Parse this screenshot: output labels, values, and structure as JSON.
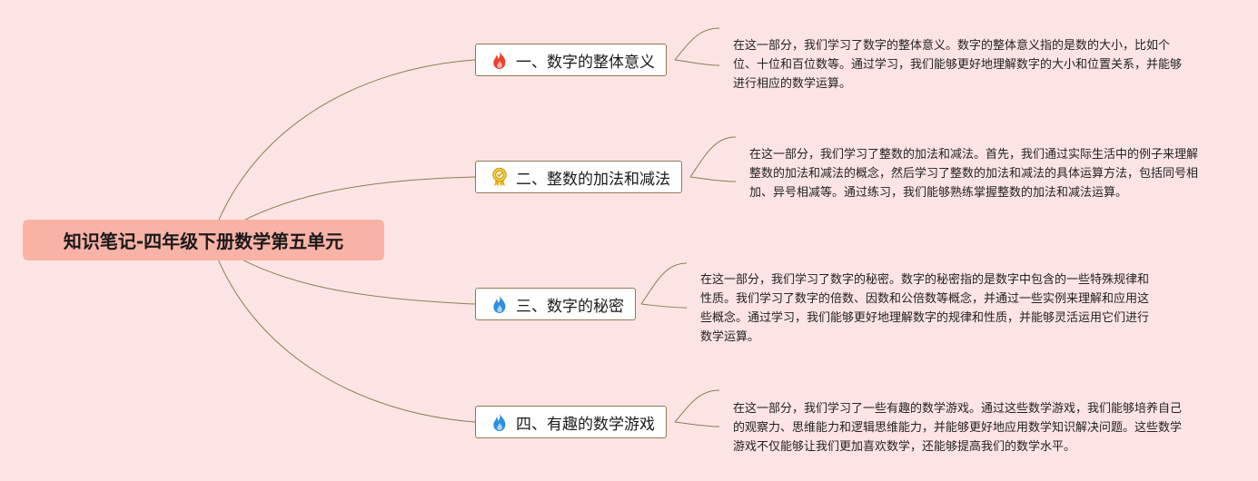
{
  "root": {
    "title": "知识笔记-四年级下册数学第五单元"
  },
  "colors": {
    "background": "#fde4e4",
    "root_fill": "#f9b2a6",
    "connector": "#8c7a55",
    "fire_red": "#e8412e",
    "fire_blue": "#2d8fe0",
    "badge_gold": "#e5b21c"
  },
  "topics": [
    {
      "label": "一、数字的整体意义",
      "icon": "fire-red-icon",
      "note": "在这一部分，我们学习了数字的整体意义。数字的整体意义指的是数的大小，比如个位、十位和百位数等。通过学习，我们能够更好地理解数字的大小和位置关系，并能够进行相应的数学运算。"
    },
    {
      "label": "二、整数的加法和减法",
      "icon": "award-badge-icon",
      "note": "在这一部分，我们学习了整数的加法和减法。首先，我们通过实际生活中的例子来理解整数的加法和减法的概念，然后学习了整数的加法和减法的具体运算方法，包括同号相加、异号相减等。通过练习，我们能够熟练掌握整数的加法和减法运算。"
    },
    {
      "label": "三、数字的秘密",
      "icon": "fire-blue-icon",
      "note": "在这一部分，我们学习了数字的秘密。数字的秘密指的是数字中包含的一些特殊规律和性质。我们学习了数字的倍数、因数和公倍数等概念，并通过一些实例来理解和应用这些概念。通过学习，我们能够更好地理解数字的规律和性质，并能够灵活运用它们进行数学运算。"
    },
    {
      "label": "四、有趣的数学游戏",
      "icon": "fire-blue-icon",
      "note": "在这一部分，我们学习了一些有趣的数学游戏。通过这些数学游戏，我们能够培养自己的观察力、思维能力和逻辑思维能力，并能够更好地应用数学知识解决问题。这些数学游戏不仅能够让我们更加喜欢数学，还能够提高我们的数学水平。"
    }
  ]
}
